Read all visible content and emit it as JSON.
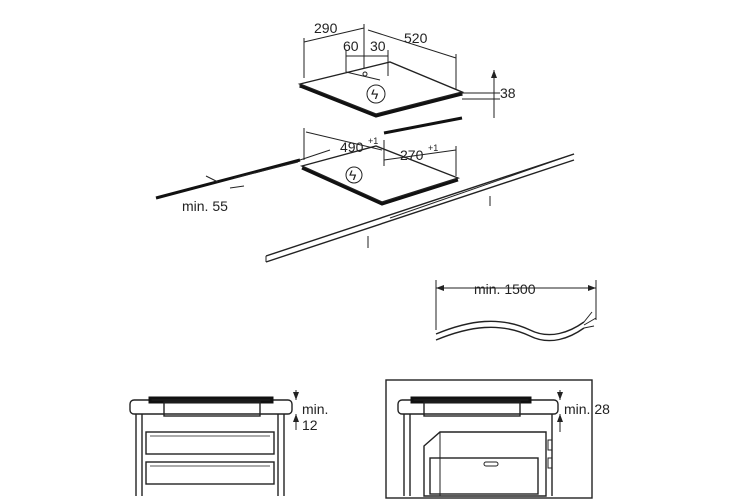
{
  "dimensions": {
    "hob_depth": "290",
    "hob_width": "520",
    "gap_left": "60",
    "gap_right": "30",
    "hob_height": "38",
    "cutout_width": "490",
    "cutout_width_tol": "+1",
    "cutout_depth": "270",
    "cutout_depth_tol": "+1",
    "min_edge": "min. 55",
    "min_cable": "min. 1500",
    "min_a": "min.",
    "min_a_value": "12",
    "min_b": "min. 28"
  },
  "icons": {
    "electric": "ϟ"
  }
}
